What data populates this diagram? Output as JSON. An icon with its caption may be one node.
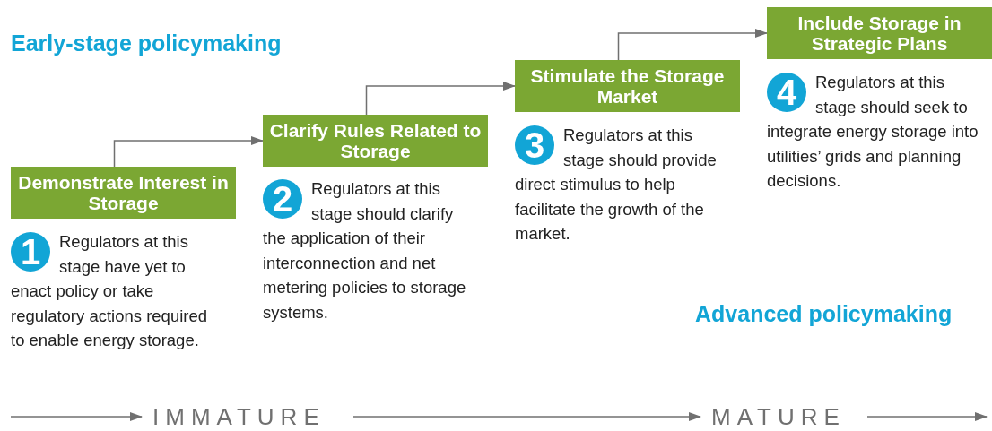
{
  "diagram": {
    "nodes": [
      {
        "text": [
          "Demonstrate Interest in Storage"
        ]
      },
      {
        "text": [
          "Clarify Rules Related to Storage"
        ]
      },
      {
        "text": [
          "Stimulate the Storage Market"
        ]
      },
      {
        "text": [
          "Include Storage in Strategic Plans"
        ]
      },
      {
        "text": [
          "1"
        ],
        "beside": [
          "Regulators at this stage have yet to enact policy or take regulatory actions required to enable energy storage."
        ]
      },
      {
        "text": [
          "2"
        ],
        "beside": [
          "Regulators at this stage should clarify the application of their interconnection and net metering policies to storage systems."
        ]
      },
      {
        "text": [
          "3"
        ],
        "beside": [
          "Regulators at this stage should provide direct stimulus to help facilitate the growth of the market."
        ]
      },
      {
        "text": [
          "4"
        ],
        "beside": [
          "Regulators at this stage should seek to integrate energy storage into utilities’ grids and planning decisions."
        ]
      },
      {
        "text": [
          "IMMATURE"
        ]
      },
      {
        "text": [
          "MATURE"
        ]
      }
    ],
    "edges": [
      {
        "from": 0,
        "to": 1,
        "arrow": "to"
      },
      {
        "from": 1,
        "to": 2,
        "arrow": "to"
      },
      {
        "from": 2,
        "to": 3,
        "arrow": "to"
      },
      {
        "from": null,
        "to": 8,
        "arrow": "to"
      },
      {
        "from": 8,
        "to": 9,
        "arrow": "to"
      },
      {
        "from": 9,
        "to": null,
        "arrow": "to"
      }
    ],
    "labels": [
      "Early-stage policymaking",
      "Advanced policymaking"
    ]
  }
}
